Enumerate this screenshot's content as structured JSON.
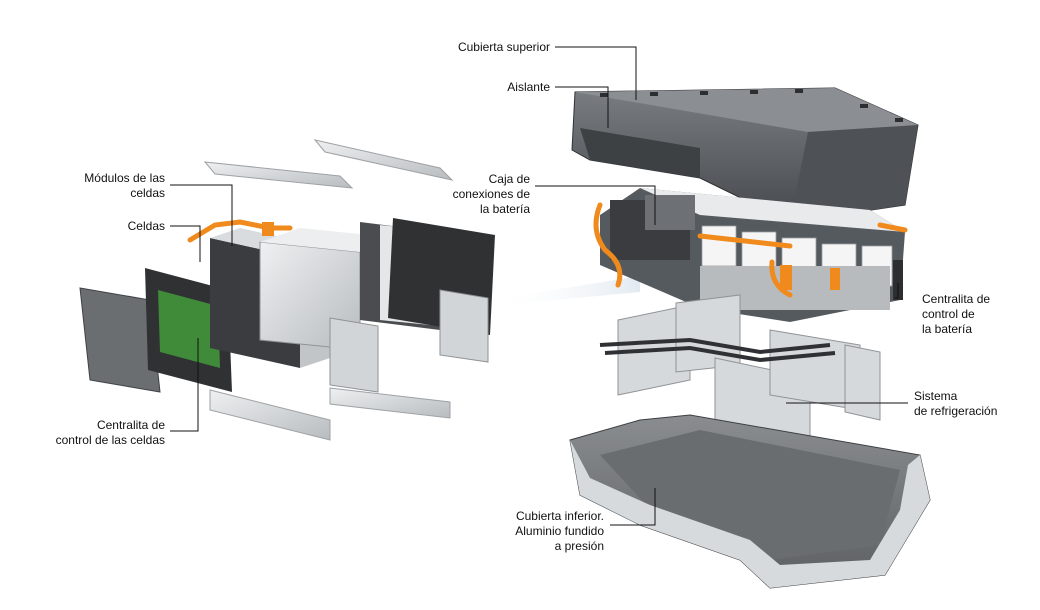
{
  "labels": {
    "top_cover": "Cubierta superior",
    "insulator": "Aislante",
    "junction_box": "Caja de\nconexiones de\nla batería",
    "battery_ecu": "Centralita de\ncontrol de\nla batería",
    "cooling": "Sistema\nde refrigeración",
    "bottom_cover": "Cubierta inferior.\nAluminio fundido\na presión",
    "cell_modules": "Módulos de las\nceldas",
    "cells": "Celdas",
    "cell_ecu": "Centralita de\ncontrol de las celdas"
  },
  "colors": {
    "background": "#ffffff",
    "cover": "#5b5f63",
    "aluminium": "#c9ccce",
    "cell_dark": "#3a3c3f",
    "cable_orange": "#f08a1c",
    "pcb_green": "#3f8b3a",
    "leader": "#111111"
  }
}
